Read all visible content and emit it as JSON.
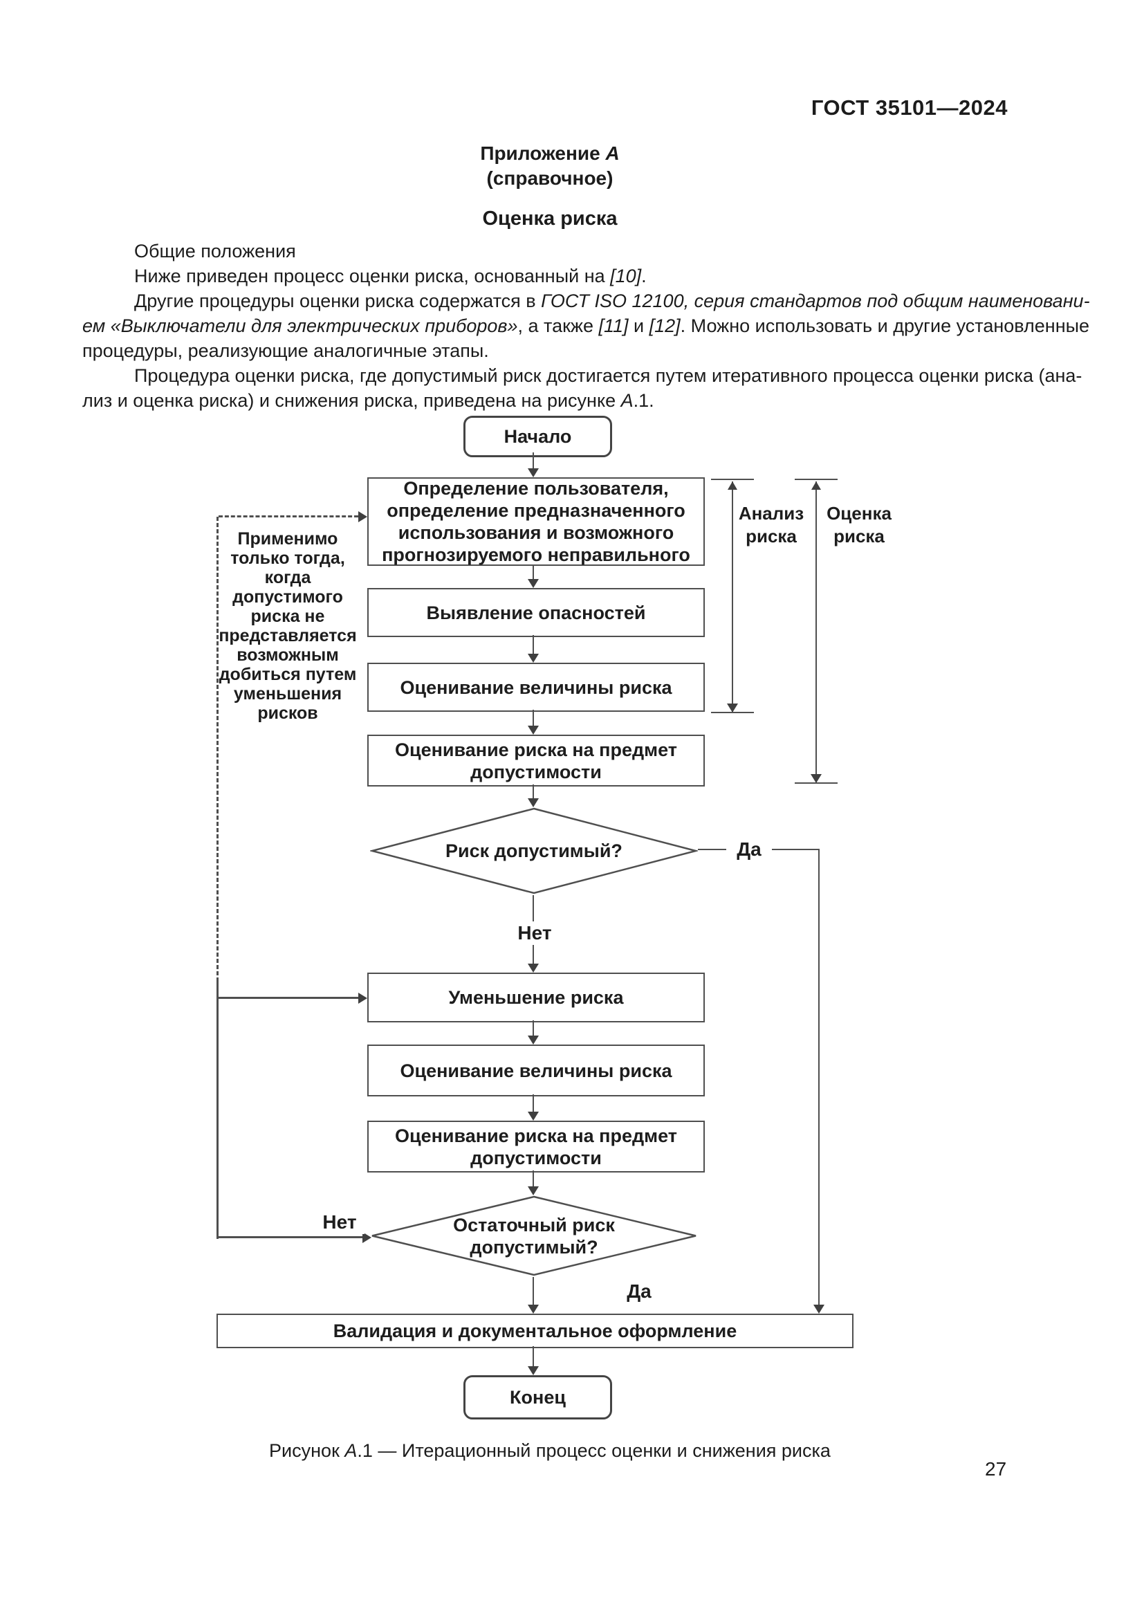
{
  "header": {
    "doc_code": "ГОСТ 35101—2024",
    "page_number": "27"
  },
  "appendix": {
    "label_prefix": "Приложение ",
    "label_letter": "А",
    "subtitle": "(справочное)",
    "title": "Оценка риска"
  },
  "body": {
    "l1": "Общие положения",
    "l2a": "Ниже приведен процесс оценки риска, основанный на ",
    "l2b": "[10]",
    "l2c": ".",
    "l3a": "Другие процедуры оценки риска содержатся в ",
    "l3b": "ГОСТ ISO 12100, серия стандартов под общим наименовани-",
    "l4a": "ем «Выключатели для электрических приборов»",
    "l4b": ", а также ",
    "l4c": "[11]",
    "l4d": " и ",
    "l4e": "[12]",
    "l4f": ". Можно использовать и другие установленные",
    "l5": "процедуры, реализующие аналогичные этапы.",
    "l6": "Процедура оценки риска, где допустимый риск достигается путем итеративного процесса оценки риска (ана-",
    "l7a": "лиз и оценка риска) и снижения риска, приведена на рисунке ",
    "l7b": "А",
    "l7c": ".1."
  },
  "flowchart": {
    "start": "Начало",
    "identify": "Определение пользователя, определение предназначенного использования и возможного прогнозируемого неправильного",
    "hazards": "Выявление опасностей",
    "estimate1": "Оценивание величины риска",
    "evaluate1": "Оценивание риска на предмет допустимости",
    "decision1": "Риск допустимый?",
    "yes1": "Да",
    "no1": "Нет",
    "reduce": "Уменьшение риска",
    "estimate2": "Оценивание величины риска",
    "evaluate2": "Оценивание риска на предмет допустимости",
    "decision2": "Остаточный риск допустимый?",
    "no2": "Нет",
    "yes2": "Да",
    "validation": "Валидация и документальное оформление",
    "end": "Конец",
    "note": "Применимо только тогда, когда допустимого риска не представляется возможным добиться путем уменьшения рисков",
    "bracket_analysis": "Анализ риска",
    "bracket_evaluation": "Оценка риска"
  },
  "caption": {
    "a": "Рисунок ",
    "b": "А",
    "c": ".1 — Итерационный процесс оценки и снижения риска"
  },
  "colors": {
    "line": "#4f4f4f",
    "text": "#1c1c1c"
  }
}
